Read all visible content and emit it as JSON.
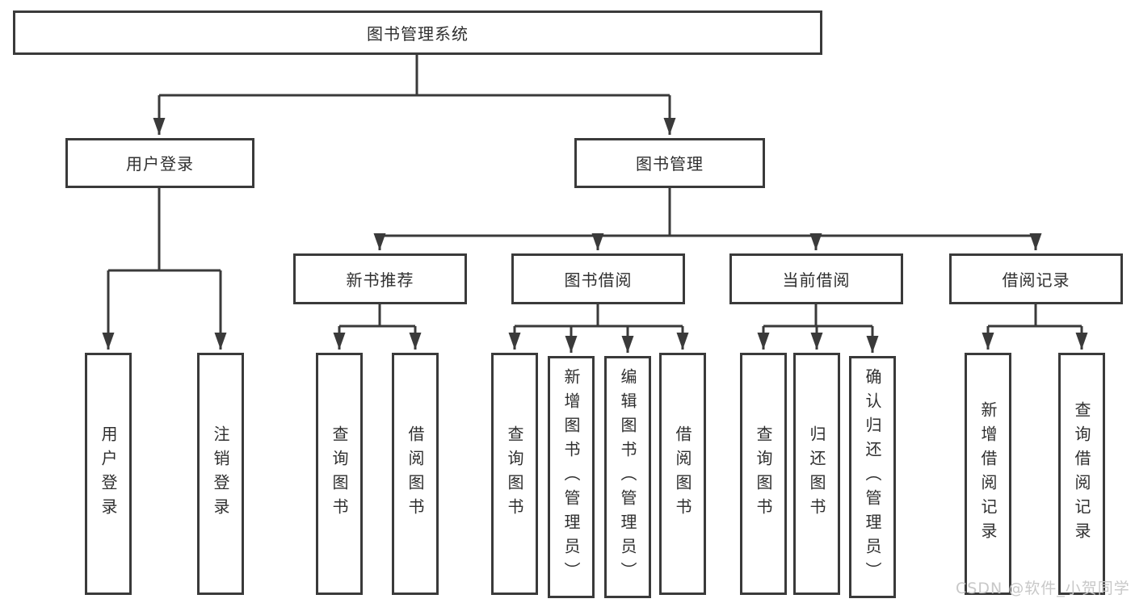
{
  "diagram": {
    "title": "图书管理系统",
    "nodes": {
      "root": {
        "label": "图书管理系统"
      },
      "user_login": {
        "label": "用户登录"
      },
      "book_mgmt": {
        "label": "图书管理"
      },
      "new_book_rec": {
        "label": "新书推荐"
      },
      "book_borrow": {
        "label": "图书借阅"
      },
      "current_borrow": {
        "label": "当前借阅"
      },
      "borrow_record": {
        "label": "借阅记录"
      },
      "ul_user_login": {
        "label": "用户登录"
      },
      "ul_logout": {
        "label": "注销登录"
      },
      "nbr_query_book": {
        "label": "查询图书"
      },
      "nbr_borrow_book": {
        "label": "借阅图书"
      },
      "bb_query_book": {
        "label": "查询图书"
      },
      "bb_add_book": {
        "label": "新增图书（管理员）"
      },
      "bb_edit_book": {
        "label": "编辑图书（管理员）"
      },
      "bb_borrow_book": {
        "label": "借阅图书"
      },
      "cb_query_book": {
        "label": "查询图书"
      },
      "cb_return_book": {
        "label": "归还图书"
      },
      "cb_confirm_return": {
        "label": "确认归还（管理员）"
      },
      "br_add_record": {
        "label": "新增借阅记录"
      },
      "br_query_record": {
        "label": "查询借阅记录"
      }
    },
    "colors": {
      "line": "#3a3a3a",
      "box_fill": "#ffffff",
      "text": "#2f2f2f"
    }
  },
  "watermark": {
    "text": "CSDN @软件_小贺同学",
    "color": "#c8c8c8"
  }
}
